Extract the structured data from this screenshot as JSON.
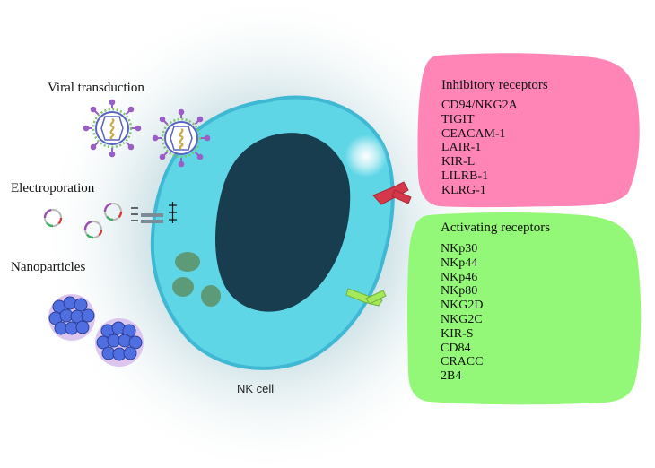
{
  "labels": {
    "viral": "Viral transduction",
    "electroporation": "Electroporation",
    "nanoparticles": "Nanoparticles",
    "nk_cell": "NK cell"
  },
  "inhibitory": {
    "title": "Inhibitory receptors",
    "items": [
      "CD94/NKG2A",
      "TIGIT",
      "CEACAM-1",
      "LAIR-1",
      "KIR-L",
      "LILRB-1",
      "KLRG-1"
    ]
  },
  "activating": {
    "title": "Activating receptors",
    "items": [
      "NKp30",
      "NKp44",
      "NKp46",
      "NKp80",
      "NKG2D",
      "NKG2C",
      "KIR-S",
      "CD84",
      "CRACC",
      "2B4"
    ]
  },
  "colors": {
    "cell_body": "#5ed6e6",
    "nucleus": "#173d4f",
    "inhibitory_panel": "#ff85b6",
    "activating_panel": "#93f877",
    "granule": "#5d9a78",
    "inhibitory_receptor": "#d4384a",
    "activating_receptor": "#a5e85a"
  }
}
